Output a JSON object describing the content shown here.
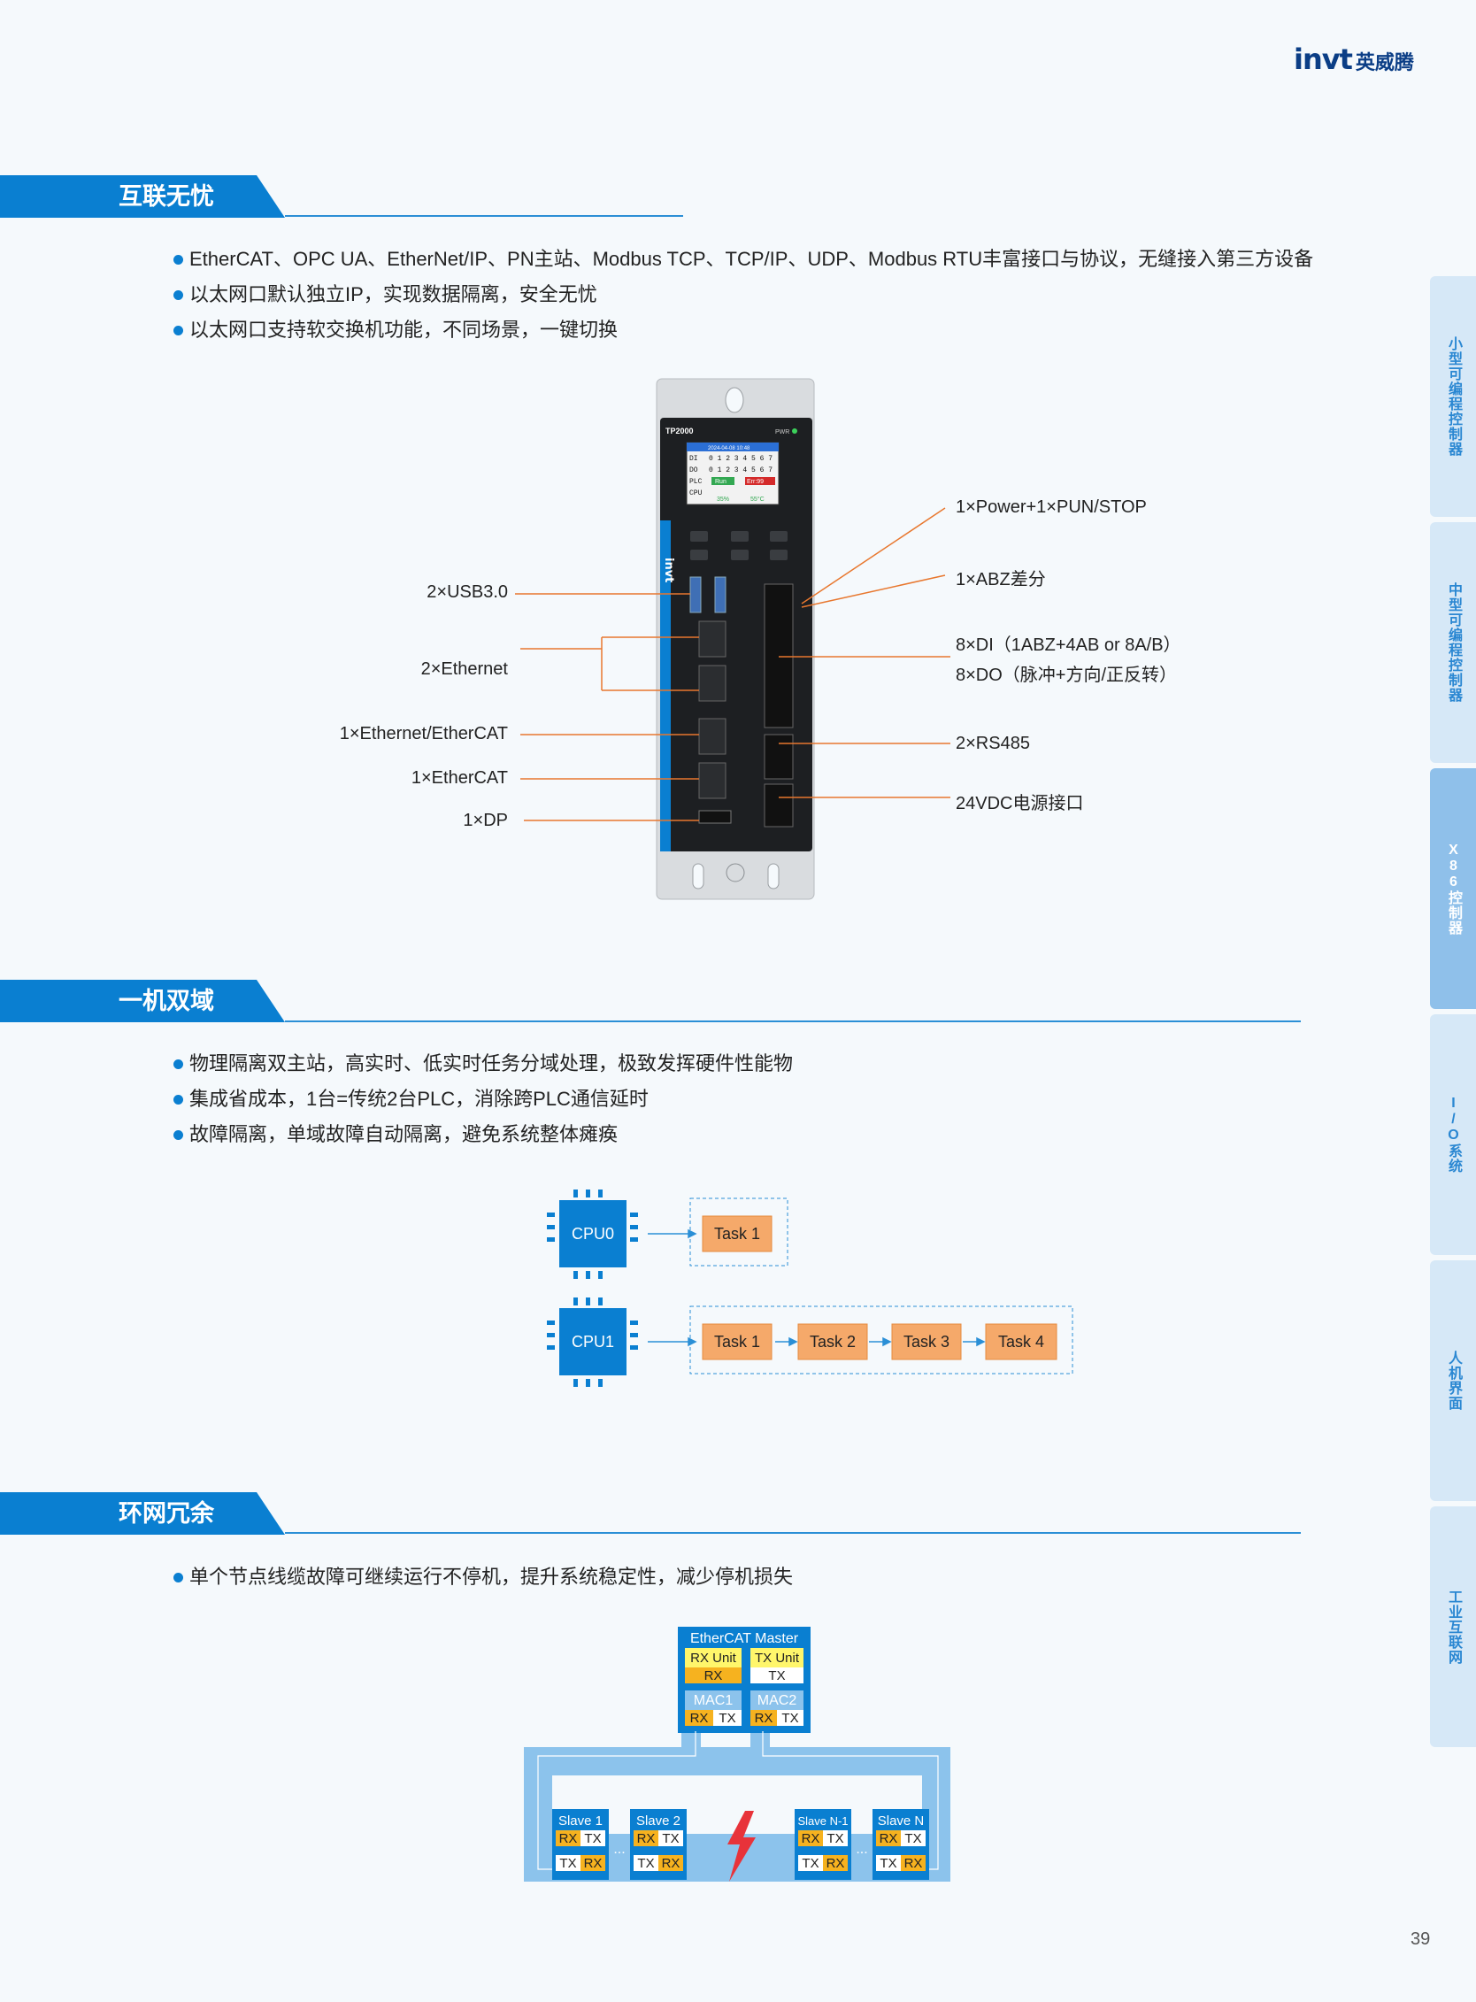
{
  "logo": {
    "mark": "invt",
    "name": "英威腾"
  },
  "sections": [
    {
      "title": "互联无忧",
      "bullets": [
        "EtherCAT、OPC UA、EtherNet/IP、PN主站、Modbus TCP、TCP/IP、UDP、Modbus RTU丰富接口与协议，无缝接入第三方设备",
        "以太网口默认独立IP，实现数据隔离，安全无忧",
        "以太网口支持软交换机功能，不同场景，一键切换"
      ]
    },
    {
      "title": "一机双域",
      "bullets": [
        "物理隔离双主站，高实时、低实时任务分域处理，极致发挥硬件性能物",
        "集成省成本，1台=传统2台PLC，消除跨PLC通信延时",
        "故障隔离，单域故障自动隔离，避免系统整体瘫痪"
      ]
    },
    {
      "title": "环网冗余",
      "bullets": [
        "单个节点线缆故障可继续运行不停机，提升系统稳定性，减少停机损失"
      ]
    }
  ],
  "device": {
    "model": "TP2000",
    "pwr": "PWR",
    "screen_date": "2024-04-08 10:48",
    "screen_rows": [
      {
        "k": "DI",
        "v": "0 1 2 3 4 5 6 7"
      },
      {
        "k": "DO",
        "v": "0 1 2 3 4 5 6 7"
      },
      {
        "k": "PLC",
        "v": "Run",
        "v2": "Err:99"
      },
      {
        "k": "CPU",
        "v": "35%",
        "v2": "55°C"
      }
    ],
    "brand": "invt",
    "callouts_left": [
      "2×USB3.0",
      "2×Ethernet",
      "1×Ethernet/EtherCAT",
      "1×EtherCAT",
      "1×DP"
    ],
    "callouts_right": [
      "1×Power+1×PUN/STOP",
      "1×ABZ差分",
      "8×DI（1ABZ+4AB or 8A/B）",
      "8×DO（脉冲+方向/正反转）",
      "2×RS485",
      "24VDC电源接口"
    ]
  },
  "cpu_diagram": {
    "cpu0": {
      "label": "CPU0",
      "tasks": [
        "Task 1"
      ]
    },
    "cpu1": {
      "label": "CPU1",
      "tasks": [
        "Task 1",
        "Task 2",
        "Task 3",
        "Task 4"
      ]
    }
  },
  "ring": {
    "master": "EtherCAT Master",
    "rx_unit": "RX Unit",
    "tx_unit": "TX Unit",
    "rx": "RX",
    "tx": "TX",
    "mac1": "MAC1",
    "mac2": "MAC2",
    "slaves": [
      "Slave 1",
      "Slave 2",
      "Slave N-1",
      "Slave N"
    ],
    "ellipsis": "..."
  },
  "side_tabs": [
    "小型可编程控制器",
    "中型可编程控制器",
    "X86控制器",
    "I/O系统",
    "人机界面",
    "工业互联网"
  ],
  "page_number": "39",
  "colors": {
    "brand_blue": "#0a7fd1",
    "task_orange": "#f5a96a",
    "callout_orange": "#e8772e",
    "ring_blue": "#8cc3ec"
  }
}
